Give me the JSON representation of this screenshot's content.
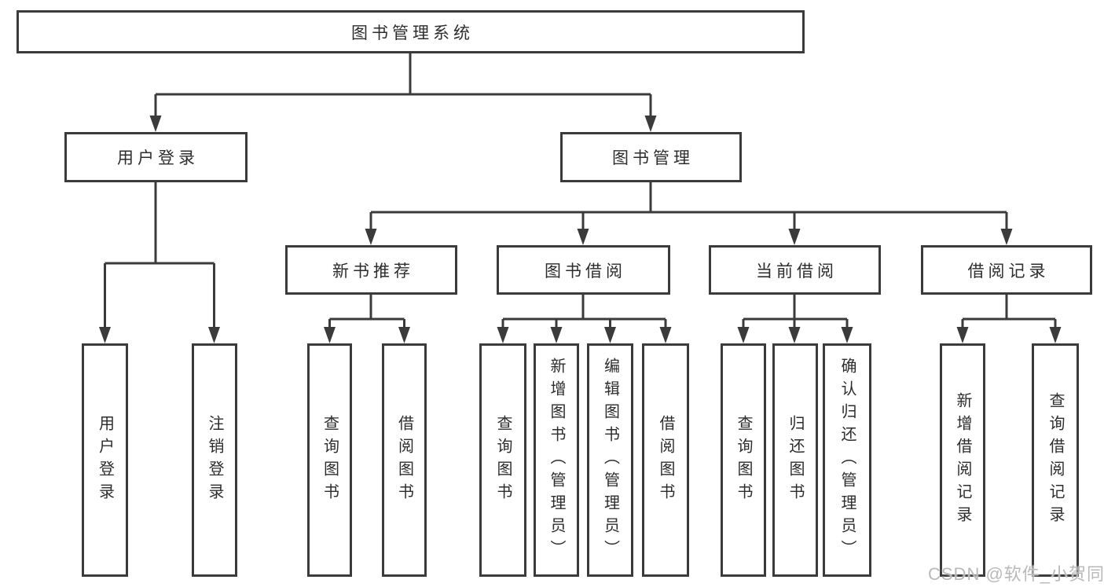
{
  "diagram": {
    "root": {
      "label": "图书管理系统"
    },
    "branches": [
      {
        "label": "用户登录",
        "children": [
          {
            "label": "用户登录"
          },
          {
            "label": "注销登录"
          }
        ]
      },
      {
        "label": "图书管理",
        "children": [
          {
            "label": "新书推荐",
            "children": [
              {
                "label": "查询图书"
              },
              {
                "label": "借阅图书"
              }
            ]
          },
          {
            "label": "图书借阅",
            "children": [
              {
                "label": "查询图书"
              },
              {
                "label": "新增图书（管理员）"
              },
              {
                "label": "编辑图书（管理员）"
              },
              {
                "label": "借阅图书"
              }
            ]
          },
          {
            "label": "当前借阅",
            "children": [
              {
                "label": "查询图书"
              },
              {
                "label": "归还图书"
              },
              {
                "label": "确认归还（管理员）"
              }
            ]
          },
          {
            "label": "借阅记录",
            "children": [
              {
                "label": "新增借阅记录"
              },
              {
                "label": "查询借阅记录"
              }
            ]
          }
        ]
      }
    ]
  },
  "watermark": {
    "text": "CSDN @软件_小贺同学"
  },
  "colors": {
    "background": "#ffffff",
    "line": "#3b3b3b",
    "box_border": "#3b3b3b",
    "text": "#2d2d2d",
    "watermark": "#b9b9b9"
  }
}
